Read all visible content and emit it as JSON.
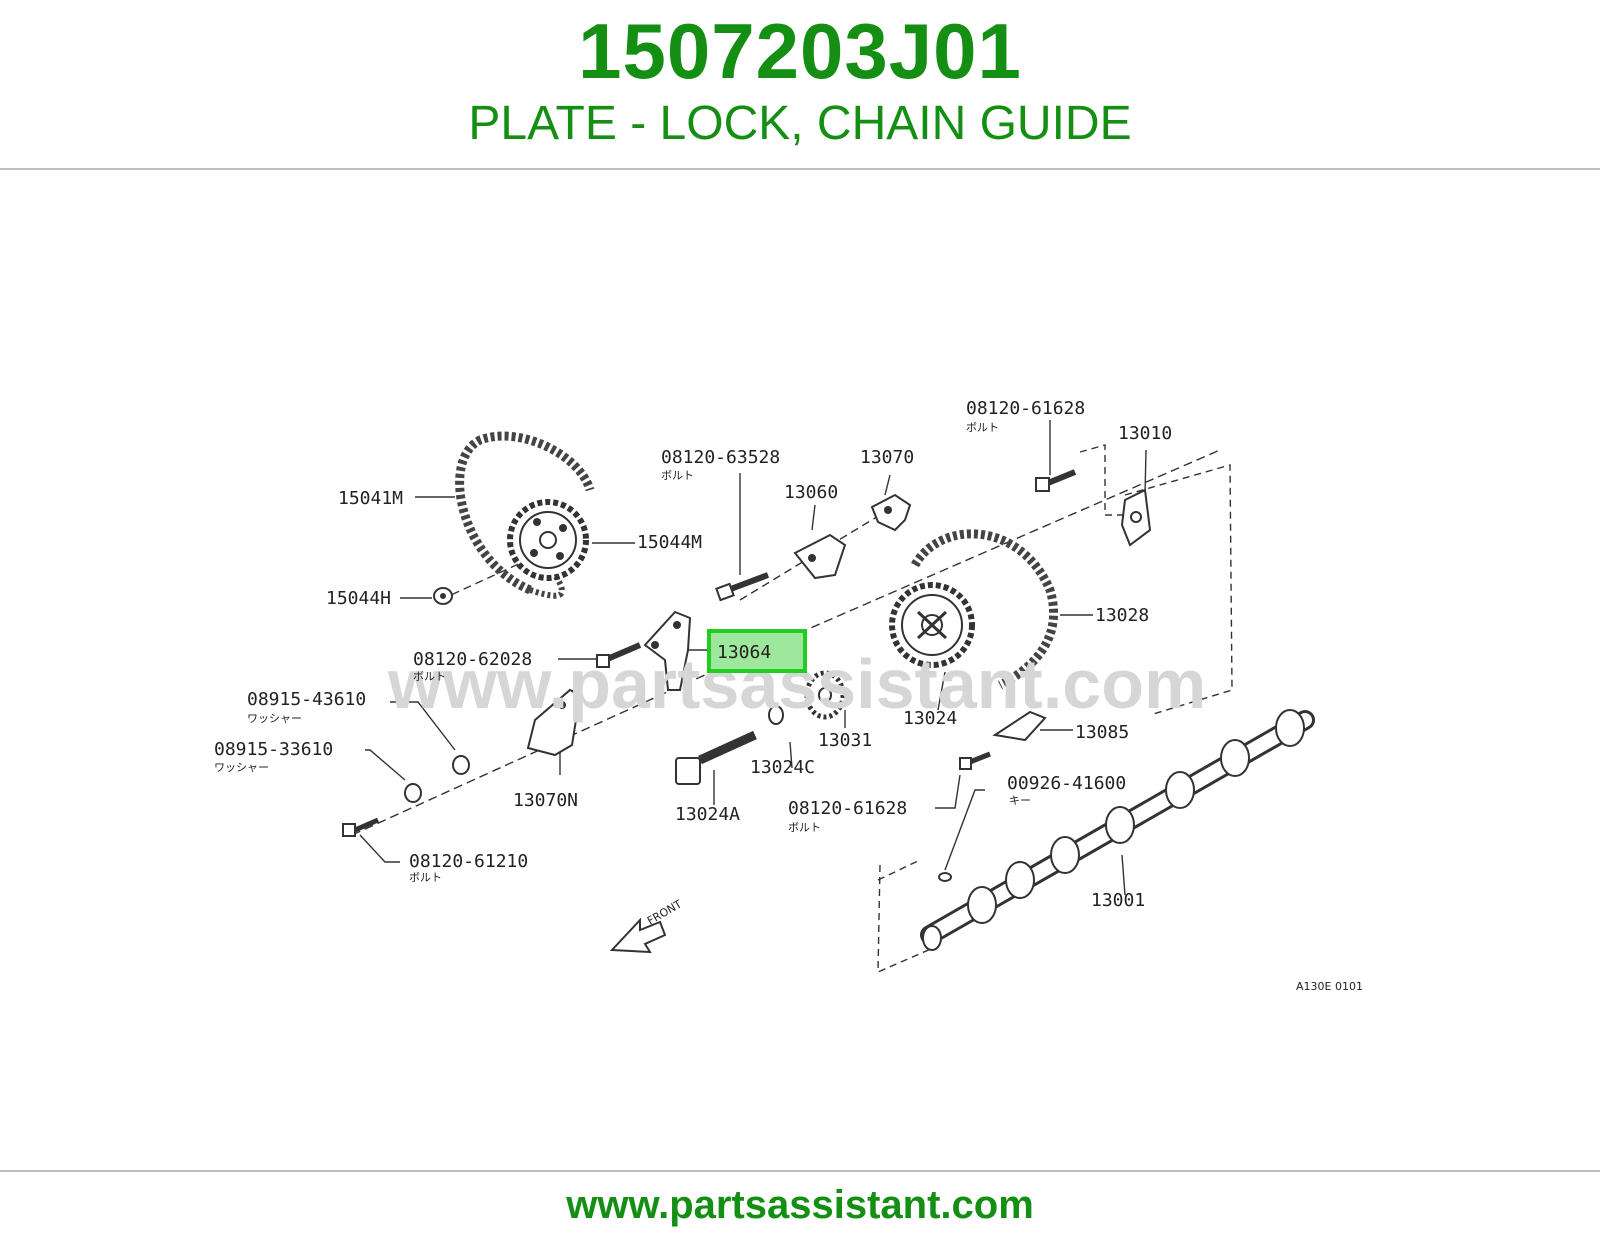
{
  "header": {
    "part_number": "1507203J01",
    "description": "PLATE - LOCK, CHAIN GUIDE"
  },
  "footer": {
    "url": "www.partsassistant.com"
  },
  "diagram": {
    "watermark": "www.partsassistant.com",
    "figure_code": "A130E 0101",
    "front_label": "FRONT",
    "highlight_color": "#22cc22",
    "labels": {
      "p15041M": "15041M",
      "p15044M": "15044M",
      "p15044H": "15044H",
      "p08120_63528": "08120-63528",
      "p08120_63528_sub": "ボルト",
      "p13070": "13070",
      "p13060": "13060",
      "p08120_61628a": "08120-61628",
      "p08120_61628a_sub": "ボルト",
      "p13010": "13010",
      "p13028": "13028",
      "p13064": "13064",
      "p08120_62028": "08120-62028",
      "p08120_62028_sub": "ボルト",
      "p08915_43610": "08915-43610",
      "p08915_43610_sub": "ワッシャー",
      "p08915_33610": "08915-33610",
      "p08915_33610_sub": "ワッシャー",
      "p13070N": "13070N",
      "p13024A": "13024A",
      "p13024C": "13024C",
      "p13031": "13031",
      "p13024": "13024",
      "p13085": "13085",
      "p08120_61628b": "08120-61628",
      "p08120_61628b_sub": "ボルト",
      "p00926_41600": "00926-41600",
      "p00926_41600_sub": "キー",
      "p13001": "13001",
      "p08120_61210": "08120-61210",
      "p08120_61210_sub": "ボルト"
    }
  }
}
